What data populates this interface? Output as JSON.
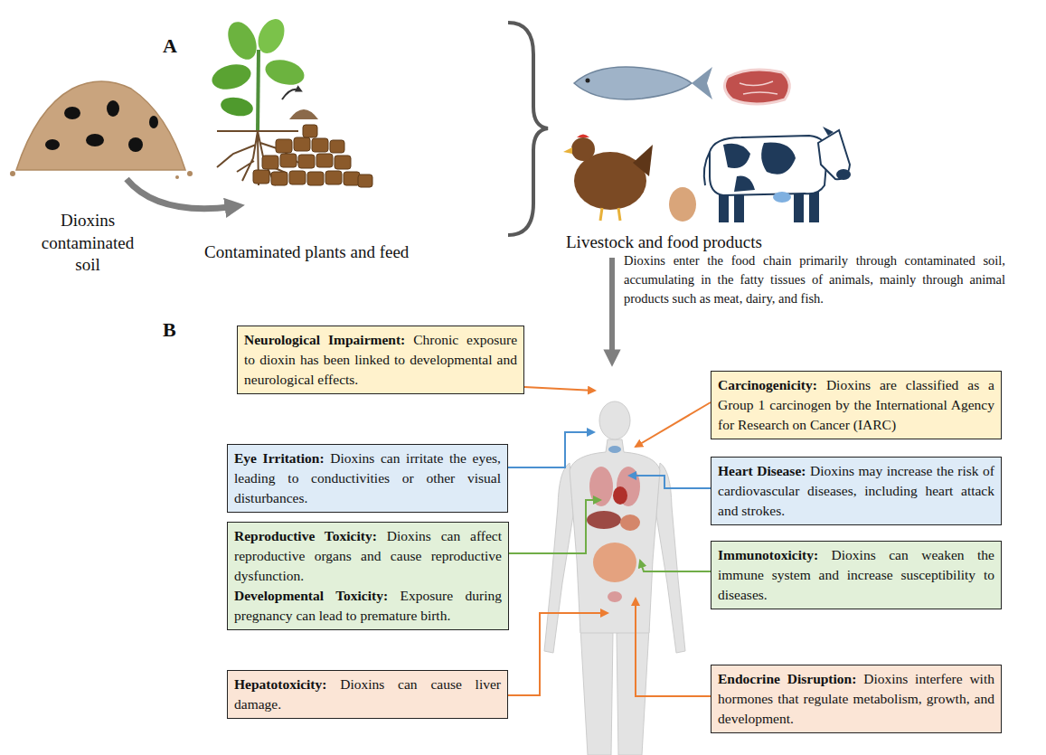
{
  "diagram": {
    "nodes": [
      {
        "text": [
          "Neurological Impairment:",
          "Chronic exposure to dioxin has been linked to developmental and neurological effects."
        ]
      },
      {
        "text": [
          "Carcinogenicity:",
          "Dioxins are classified as a Group 1 carcinogen by the International Agency for Research on Cancer (IARC)"
        ]
      },
      {
        "text": [
          "Eye Irritation:",
          "Dioxins can irritate the eyes, leading to conductivities or other visual disturbances."
        ]
      },
      {
        "text": [
          "Heart Disease:",
          "Dioxins may increase the risk of cardiovascular diseases, including heart attack and strokes."
        ]
      },
      {
        "text": [
          "Reproductive Toxicity:",
          "Dioxins can affect reproductive organs and cause reproductive dysfunction.",
          "Developmental Toxicity:",
          "Exposure during pregnancy can lead to premature birth."
        ]
      },
      {
        "text": [
          "Immunotoxicity:",
          "Dioxins can weaken the immune system and increase susceptibility to diseases."
        ]
      },
      {
        "text": [
          "Hepatotoxicity:",
          "Dioxins can cause liver damage."
        ]
      },
      {
        "text": [
          "Endocrine Disruption:",
          "Dioxins interfere with hormones that regulate metabolism, growth, and development."
        ]
      }
    ],
    "labels": [
      "A",
      "Dioxins contaminated soil",
      "Contaminated plants and feed",
      "Livestock and food products",
      "Dioxins enter the food chain primarily through contaminated soil, accumulating in the fatty tissues of animals, mainly through animal products such as meat, dairy, and fish.",
      "B"
    ]
  }
}
